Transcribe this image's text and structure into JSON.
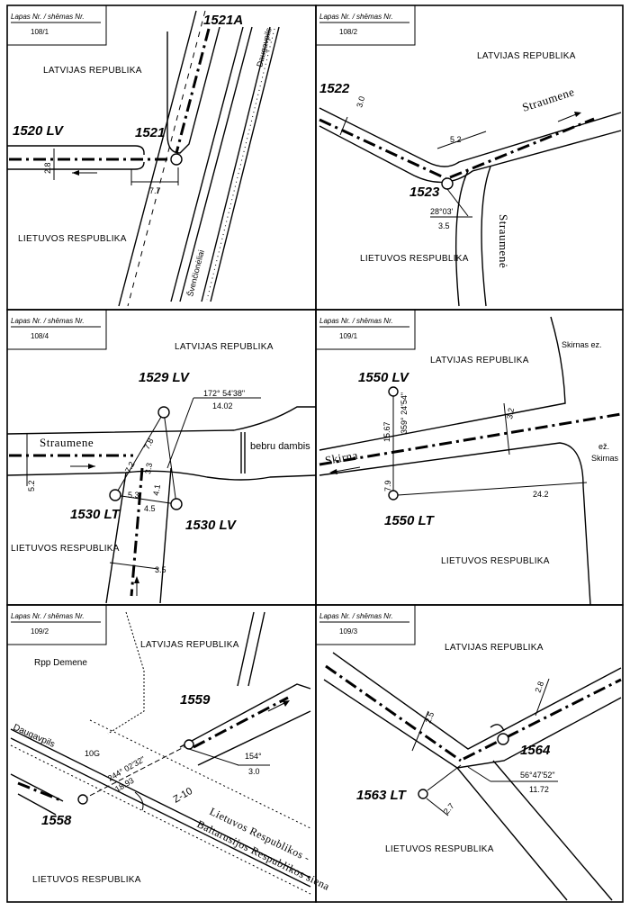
{
  "panels": [
    {
      "lapas_label": "Lapas Nr. / shēmas Nr.",
      "sheet_no": "108/1",
      "countries": [
        "LATVIJAS REPUBLIKA",
        "LIETUVOS RESPUBLIKA"
      ],
      "markers": [
        "1521A",
        "1520 LV",
        "1521"
      ],
      "dimensions": [
        "2.8",
        "7.7"
      ],
      "places": [
        "Daugavpils",
        "Švenčionėliai"
      ]
    },
    {
      "lapas_label": "Lapas Nr. / shēmas Nr.",
      "sheet_no": "108/2",
      "countries": [
        "LATVIJAS REPUBLIKA",
        "LIETUVOS RESPUBLIKA"
      ],
      "markers": [
        "1522",
        "1523"
      ],
      "dimensions": [
        "3.0",
        "5.2",
        "28°03'",
        "3.5"
      ],
      "rivers": [
        "Straumene",
        "Straumenė"
      ]
    },
    {
      "lapas_label": "Lapas Nr. / shēmas Nr.",
      "sheet_no": "108/4",
      "countries": [
        "LATVIJAS REPUBLIKA",
        "LIETUVOS RESPUBLIKA"
      ],
      "markers": [
        "1529 LV",
        "1530 LT",
        "1530 LV"
      ],
      "dimensions": [
        "172° 54'38\"",
        "14.02",
        "7.8",
        "7.2",
        "3.3",
        "4.1",
        "5.3",
        "4.5",
        "3.5",
        "5.2"
      ],
      "rivers": [
        "Straumene"
      ],
      "places": [
        "bebru dambis"
      ]
    },
    {
      "lapas_label": "Lapas Nr. / shēmas Nr.",
      "sheet_no": "109/1",
      "countries": [
        "LATVIJAS REPUBLIKA",
        "LIETUVOS RESPUBLIKA"
      ],
      "markers": [
        "1550 LV",
        "1550 LT"
      ],
      "dimensions": [
        "359° 24'54\"",
        "15.67",
        "3.2",
        "7.9",
        "24.2"
      ],
      "rivers": [
        "Skirna"
      ],
      "places": [
        "Skirnas ez.",
        "ež.",
        "Skirnas"
      ]
    },
    {
      "lapas_label": "Lapas Nr. / shēmas Nr.",
      "sheet_no": "109/2",
      "countries": [
        "LATVIJAS REPUBLIKA",
        "LIETUVOS RESPUBLIKA"
      ],
      "markers": [
        "1559",
        "1558"
      ],
      "dimensions": [
        "10G",
        "244° 02'32\"",
        "18.93",
        "154°",
        "3.0",
        "Z-10"
      ],
      "places": [
        "Rpp Demene",
        "Daugavpils",
        "Lietuvos Respublikos -",
        "Baltarusijos Respublikos siena"
      ]
    },
    {
      "lapas_label": "Lapas Nr. / shēmas Nr.",
      "sheet_no": "109/3",
      "countries": [
        "LATVIJAS REPUBLIKA",
        "LIETUVOS RESPUBLIKA"
      ],
      "markers": [
        "1564",
        "1563 LT"
      ],
      "dimensions": [
        "2.5",
        "2.8",
        "56°47'52\"",
        "11.72",
        "2.7"
      ]
    }
  ]
}
